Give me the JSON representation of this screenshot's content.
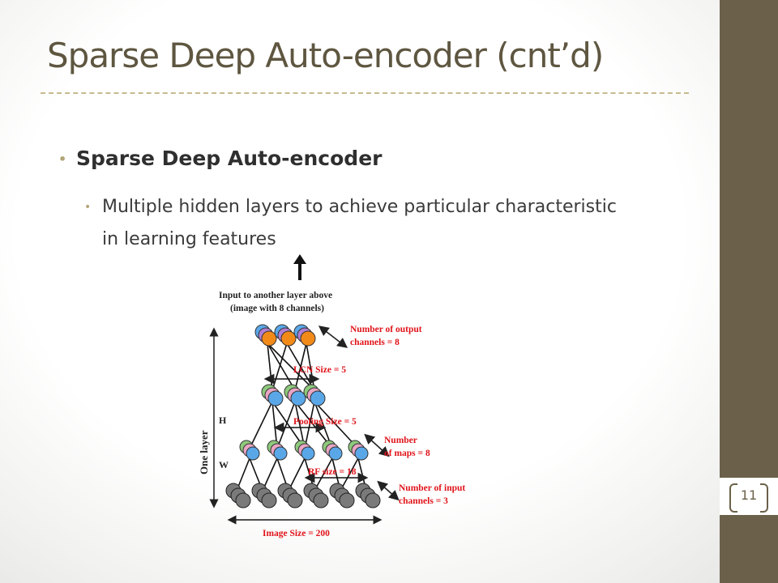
{
  "slide": {
    "title": "Sparse Deep Auto-encoder (cnt’d)",
    "page_number": "11"
  },
  "bullets": {
    "level1": "Sparse Deep Auto-encoder",
    "level2": "Multiple hidden layers to achieve particular characteristic in learning features"
  },
  "diagram": {
    "top_label_line1": "Input to another layer above",
    "top_label_line2": "(image with 8 channels)",
    "output_label_line1": "Number  of output",
    "output_label_line2": "channels = 8",
    "lcn_label": "LCN Size = 5",
    "pooling_label": "Pooling Size = 5",
    "maps_label_line1": "Number",
    "maps_label_line2": "of maps = 8",
    "rf_label": "RF size = 18",
    "input_label_line1": "Number  of input",
    "input_label_line2": "channels = 3",
    "image_size_label": "Image Size = 200",
    "side_label": "One layer",
    "h_label": "H",
    "w_label": "W",
    "colors": {
      "label_red": "#e0141a",
      "orange": "#f28a1a",
      "blue": "#5aa7e8",
      "purple": "#b07fd4",
      "green": "#8ec97c",
      "pink": "#e9a5c4",
      "gray": "#7a7a7a"
    }
  }
}
